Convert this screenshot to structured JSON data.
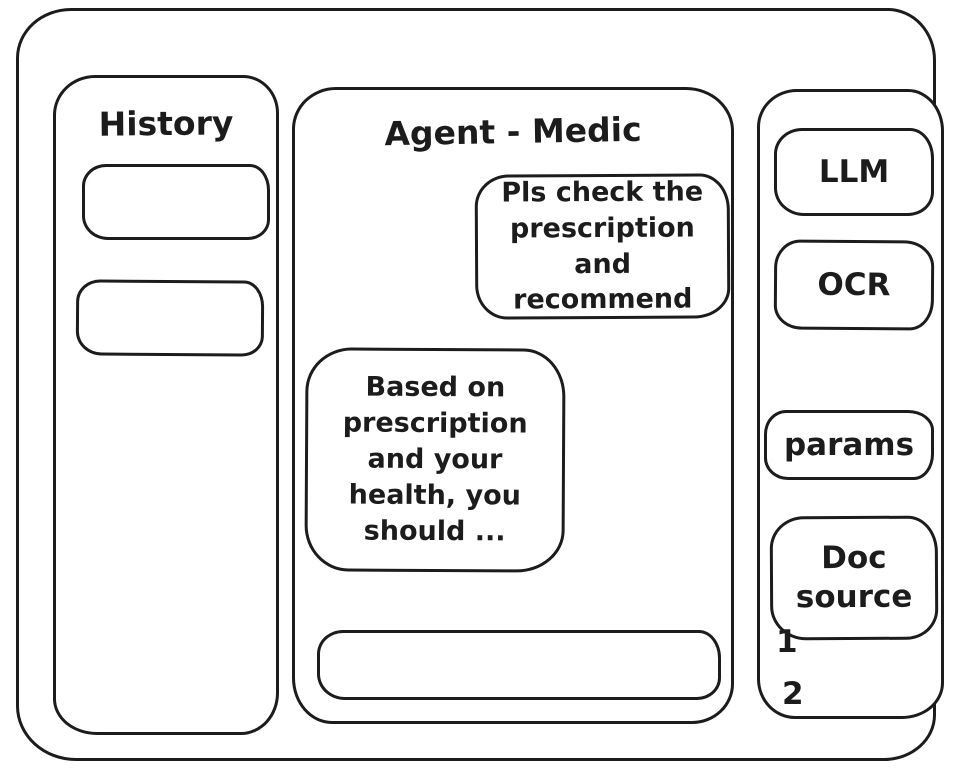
{
  "colors": {
    "ink": "#1c1c1c",
    "background": "#ffffff"
  },
  "sidebar_left": {
    "title": "History",
    "items": [
      {
        "label": ""
      },
      {
        "label": ""
      }
    ]
  },
  "chat": {
    "title": "Agent - Medic",
    "messages": [
      {
        "role": "user",
        "text": "Pls check the prescription and recommend"
      },
      {
        "role": "assistant",
        "text": "Based on prescription and your health, you should ..."
      }
    ],
    "composer": {
      "value": "",
      "placeholder": ""
    }
  },
  "sidebar_right": {
    "buttons": [
      {
        "label": "LLM"
      },
      {
        "label": "OCR"
      },
      {
        "label": "params"
      },
      {
        "label": "Doc source"
      }
    ],
    "doc_source_items": [
      "1",
      "2"
    ]
  }
}
